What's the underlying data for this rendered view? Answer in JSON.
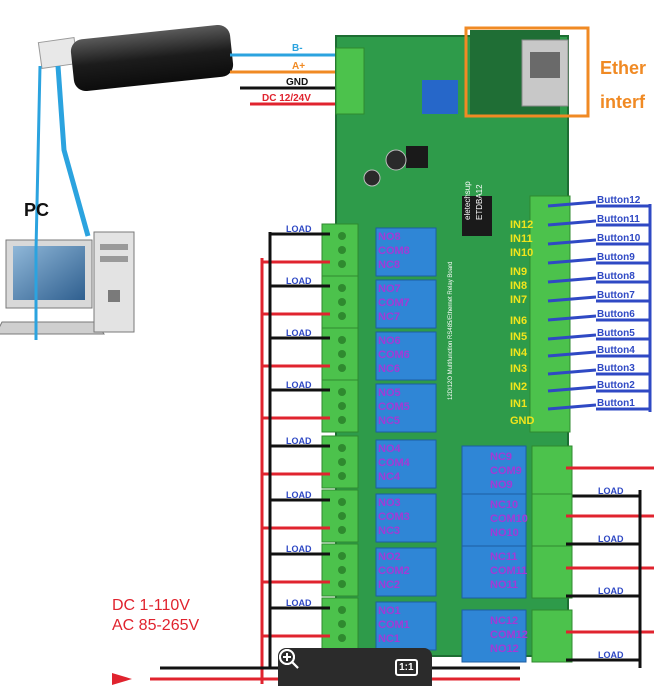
{
  "pc": {
    "label": "PC"
  },
  "usb_wires": [
    "B-",
    "A+",
    "GND",
    "DC 12/24V"
  ],
  "ethernet": {
    "line1": "Ether",
    "line2": "interf"
  },
  "board": {
    "brand": "eletechsup",
    "model": "ETDBA12",
    "side_text": "12DI12O Multifunction RS485/Ethernet Relay Board"
  },
  "relays_left": [
    {
      "no": "NO8",
      "com": "COM8",
      "nc": "NC8"
    },
    {
      "no": "NO7",
      "com": "COM7",
      "nc": "NC7"
    },
    {
      "no": "NO6",
      "com": "COM6",
      "nc": "NC6"
    },
    {
      "no": "NO5",
      "com": "COM5",
      "nc": "NC5"
    },
    {
      "no": "NO4",
      "com": "COM4",
      "nc": "NC4"
    },
    {
      "no": "NO3",
      "com": "COM3",
      "nc": "NC3"
    },
    {
      "no": "NO2",
      "com": "COM2",
      "nc": "NC2"
    },
    {
      "no": "NO1",
      "com": "COM1",
      "nc": "NC1"
    }
  ],
  "relays_right": [
    {
      "a": "NC9",
      "b": "COM9",
      "c": "NO9"
    },
    {
      "a": "NC10",
      "b": "COM10",
      "c": "NO10"
    },
    {
      "a": "NC11",
      "b": "COM11",
      "c": "NO11"
    },
    {
      "a": "NC12",
      "b": "COM12",
      "c": "NO12"
    }
  ],
  "inputs": [
    "IN12",
    "IN11",
    "IN10",
    "IN9",
    "IN8",
    "IN7",
    "IN6",
    "IN5",
    "IN4",
    "IN3",
    "IN2",
    "IN1",
    "GND"
  ],
  "buttons": [
    "Button12",
    "Button11",
    "Button10",
    "Button9",
    "Button8",
    "Button7",
    "Button6",
    "Button5",
    "Button4",
    "Button3",
    "Button2",
    "Button1"
  ],
  "load_label": "LOAD",
  "power": {
    "line1": "DC 1-110V",
    "line2": "AC 85-265V"
  },
  "colors": {
    "board": "#2e9b4a",
    "relay": "#2f86d6",
    "terminal": "#4cc24c",
    "accent": "#f08a24",
    "wire_red": "#e0232e",
    "wire_blue": "#2f49c4",
    "label_purple": "#a23ad6",
    "label_yellow": "#f2e51c"
  },
  "zoom_controls": {
    "fit_label": "1:1"
  }
}
